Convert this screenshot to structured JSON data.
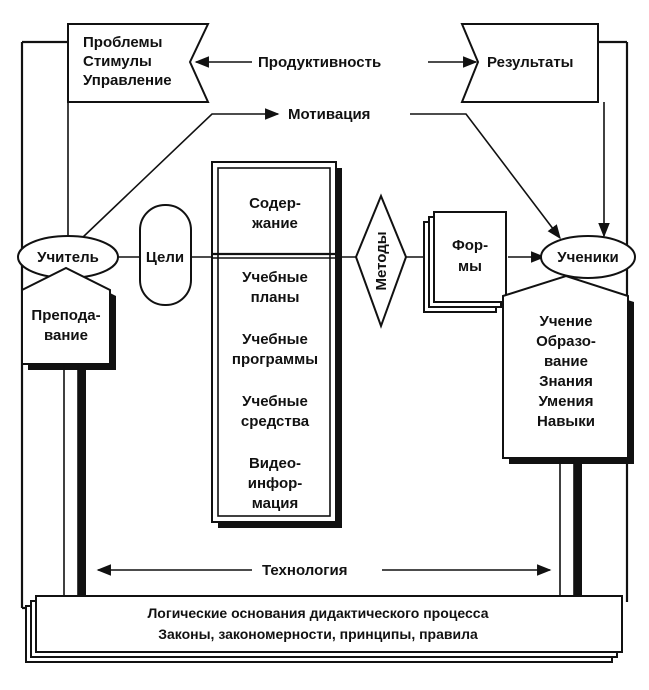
{
  "nodes": {
    "problems": [
      "Проблемы",
      "Стимулы",
      "Управление"
    ],
    "productivity": "Продуктивность",
    "results": "Результаты",
    "motivation": "Мотивация",
    "teacher": "Учитель",
    "goals": "Цели",
    "content": [
      "Содер-",
      "жание"
    ],
    "curriculum": [
      "Учебные",
      "планы"
    ],
    "programs": [
      "Учебные",
      "программы"
    ],
    "means": [
      "Учебные",
      "средства"
    ],
    "video": [
      "Видео-",
      "инфор-",
      "мация"
    ],
    "methods": "Методы",
    "forms": [
      "Фор-",
      "мы"
    ],
    "students": "Ученики",
    "teaching": [
      "Препода-",
      "вание"
    ],
    "learning": [
      "Учение",
      "Образо-",
      "вание",
      "Знания",
      "Умения",
      "Навыки"
    ],
    "technology": "Технология",
    "base": [
      "Логические основания дидактического процесса",
      "Законы, закономерности, принципы, правила"
    ]
  }
}
